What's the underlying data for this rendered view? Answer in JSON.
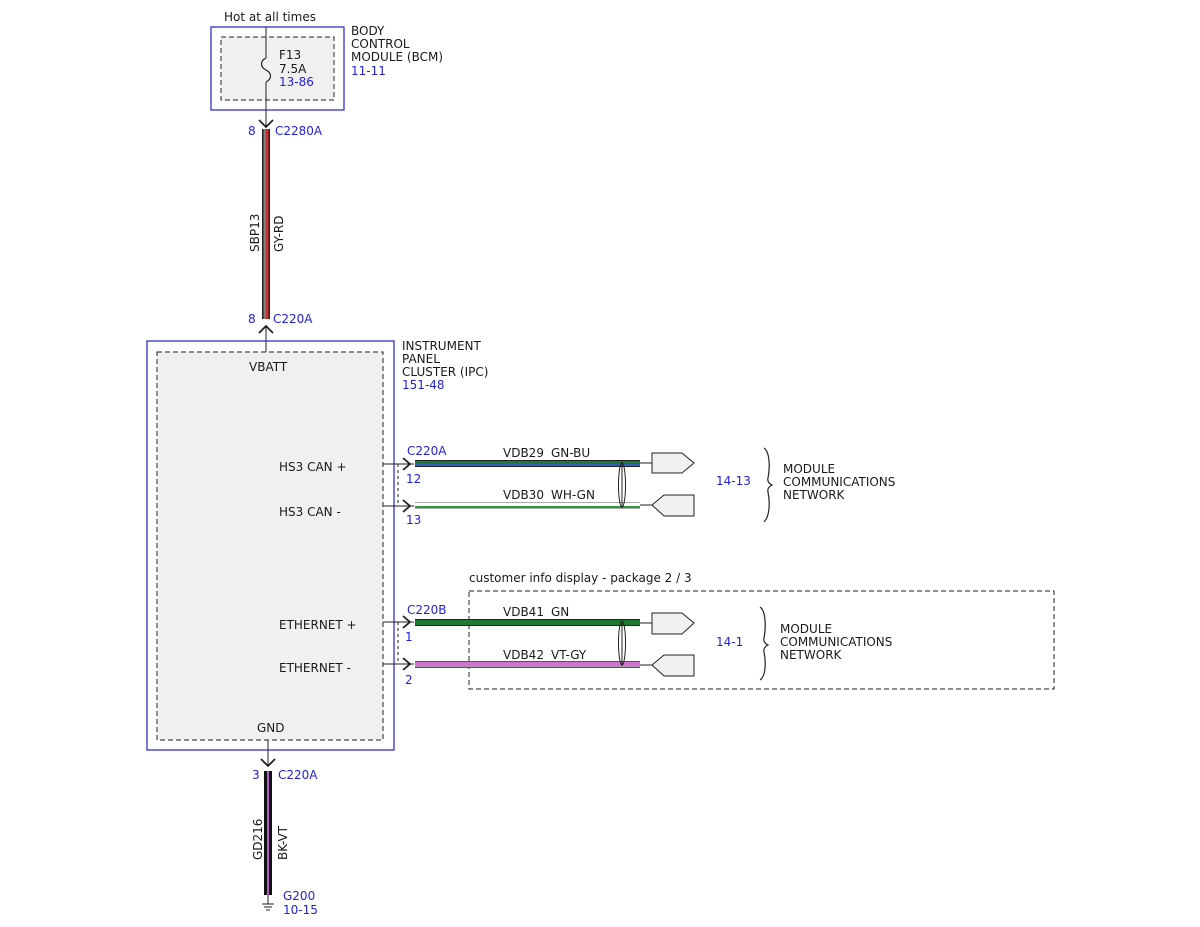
{
  "bcm": {
    "hot_label": "Hot at all times",
    "fuse_name": "F13",
    "fuse_rating": "7.5A",
    "fuse_ref": "13-86",
    "name_line1": "BODY",
    "name_line2": "CONTROL",
    "name_line3": "MODULE (BCM)",
    "ref": "11-11",
    "connector_pin": "8",
    "connector": "C2280A"
  },
  "wire_power": {
    "circuit": "SBP13",
    "color_code": "GY-RD",
    "colors": [
      "#808080",
      "#d03030"
    ]
  },
  "ipc": {
    "top_pin": "8",
    "top_connector": "C220A",
    "name_line1": "INSTRUMENT",
    "name_line2": "PANEL",
    "name_line3": "CLUSTER (IPC)",
    "ref": "151-48",
    "vbatt_label": "VBATT",
    "gnd_label": "GND",
    "pins": {
      "hs3_can_plus": "HS3 CAN +",
      "hs3_can_minus": "HS3 CAN -",
      "eth_plus": "ETHERNET +",
      "eth_minus": "ETHERNET -"
    }
  },
  "can_group": {
    "connector": "C220A",
    "pin_plus": "12",
    "pin_minus": "13",
    "wire1_circuit": "VDB29",
    "wire1_color": "GN-BU",
    "wire2_circuit": "VDB30",
    "wire2_color": "WH-GN",
    "ref": "14-13",
    "net_line1": "MODULE",
    "net_line2": "COMMUNICATIONS",
    "net_line3": "NETWORK"
  },
  "eth_group": {
    "option_label": "customer info display - package 2 / 3",
    "connector": "C220B",
    "pin_plus": "1",
    "pin_minus": "2",
    "wire1_circuit": "VDB41",
    "wire1_color": "GN",
    "wire2_circuit": "VDB42",
    "wire2_color": "VT-GY",
    "ref": "14-1",
    "net_line1": "MODULE",
    "net_line2": "COMMUNICATIONS",
    "net_line3": "NETWORK"
  },
  "ground": {
    "pin": "3",
    "connector": "C220A",
    "circuit": "GD216",
    "color_code": "BK-VT",
    "ground_point": "G200",
    "ref": "10-15"
  },
  "colors": {
    "module_border": "#2020d0",
    "ref_text": "#1f1fe0",
    "green": "#1e7a30",
    "blue": "#3060c0",
    "white": "#ffffff",
    "violet": "#d070d0",
    "gray": "#909090",
    "black": "#1a1a1a",
    "red": "#d03030"
  }
}
